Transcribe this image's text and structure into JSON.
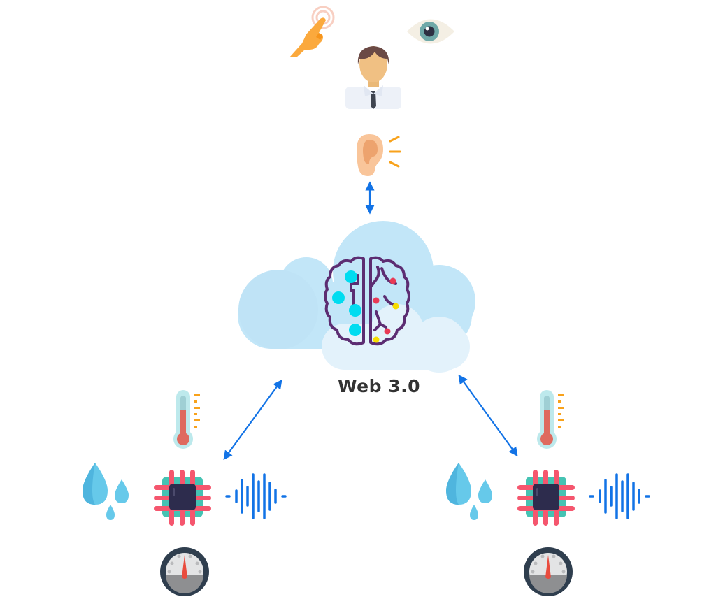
{
  "diagram": {
    "center_label": "Web 3.0",
    "user": {
      "name": "person-icon",
      "senses": [
        "touch-icon",
        "eye-icon",
        "ear-icon"
      ]
    },
    "cloud": {
      "name": "cloud-icon",
      "contents": "brain-icon"
    },
    "sensor_nodes": [
      {
        "name": "left-sensor-node",
        "sensors": [
          "thermometer-icon",
          "water-drops-icon",
          "chip-icon",
          "sound-wave-icon",
          "gauge-icon"
        ]
      },
      {
        "name": "right-sensor-node",
        "sensors": [
          "thermometer-icon",
          "water-drops-icon",
          "chip-icon",
          "sound-wave-icon",
          "gauge-icon"
        ]
      }
    ],
    "connections": [
      {
        "from": "ear",
        "to": "cloud",
        "type": "bidirectional"
      },
      {
        "from": "cloud",
        "to": "left-sensor-node",
        "type": "bidirectional"
      },
      {
        "from": "cloud",
        "to": "right-sensor-node",
        "type": "bidirectional"
      }
    ],
    "colors": {
      "arrow": "#1273e6",
      "cloud_main": "#c2e6f8",
      "cloud_front": "#e3f2fb",
      "brain_outline": "#5c2d72",
      "node_cyan": "#00dcf0",
      "dot_red": "#e83a55",
      "dot_yellow": "#f7dc00",
      "label": "#333333"
    }
  }
}
